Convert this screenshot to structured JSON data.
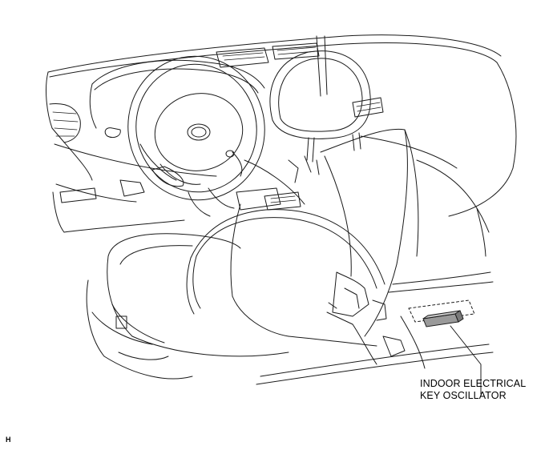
{
  "callout": {
    "line1": "INDOOR ELECTRICAL",
    "line2": "KEY OSCILLATOR"
  },
  "figure_code": "H",
  "colors": {
    "ink": "#1a1a1a",
    "background": "#ffffff",
    "component": "#9a9a9a"
  }
}
